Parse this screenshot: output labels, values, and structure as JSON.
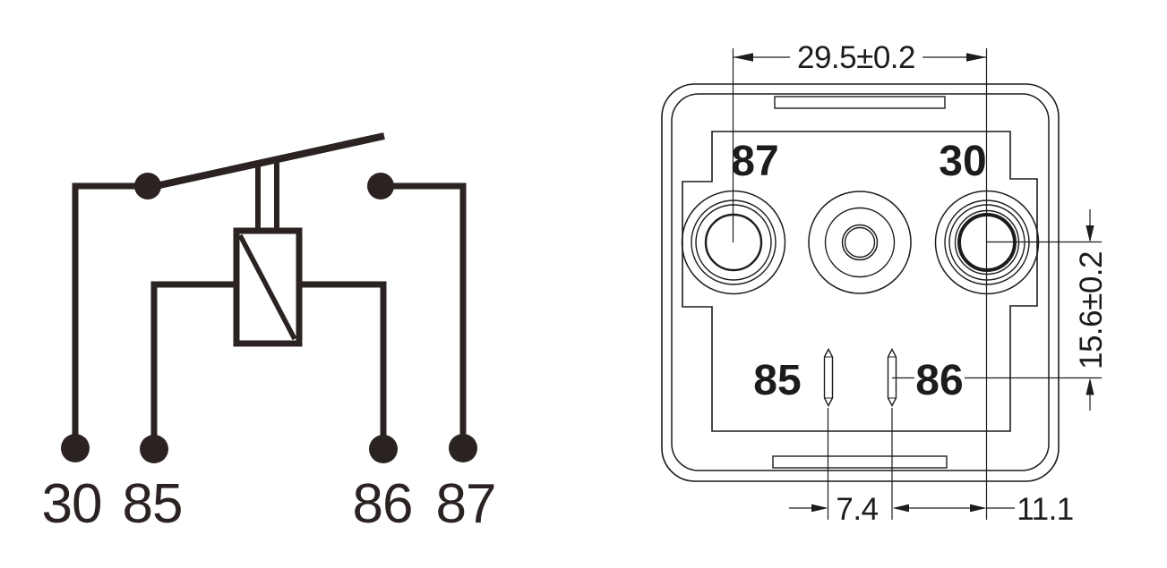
{
  "colors": {
    "schematic_line": "#2b2322",
    "drawing_line": "#1c1c1c"
  },
  "schematic": {
    "terminal_labels": [
      "30",
      "85",
      "86",
      "87"
    ]
  },
  "bottom_view": {
    "pin_labels": {
      "top_left": "87",
      "top_right": "30",
      "bottom_left": "85",
      "bottom_right": "86"
    },
    "dimensions": {
      "horizontal_pin_span": "29.5±0.2",
      "vertical_pin_span": "15.6±0.2",
      "blade_spacing": "7.4",
      "blade_to_pin30": "11.1"
    }
  }
}
